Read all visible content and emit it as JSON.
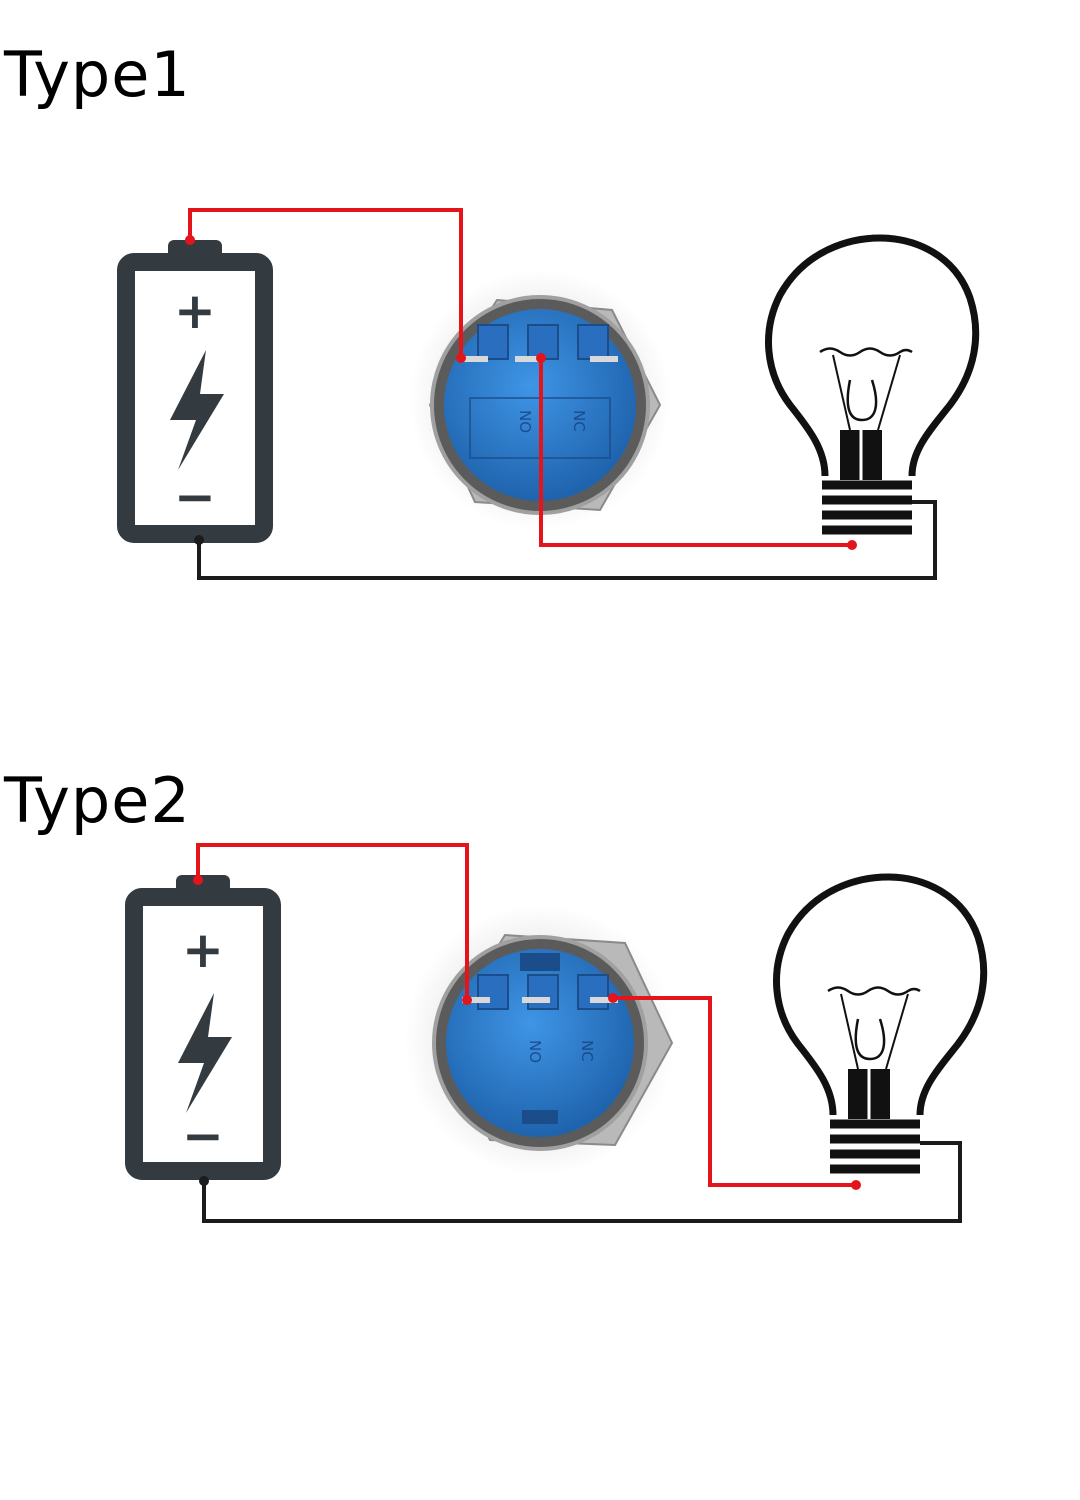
{
  "diagrams": [
    {
      "title": "Type1"
    },
    {
      "title": "Type2"
    }
  ],
  "battery": {
    "plus_symbol": "+",
    "minus_symbol": "−"
  },
  "switch": {
    "pin_labels": [
      "NO",
      "NC"
    ]
  },
  "colors": {
    "wire_red": "#e3151a",
    "wire_black": "#1b1b1b",
    "battery_gray": "#333a40",
    "switch_blue": "#2f7fd0",
    "bulb_line": "#111111"
  },
  "icons": [
    "battery-icon",
    "lightning-bolt-icon",
    "push-button-switch-icon",
    "light-bulb-icon"
  ]
}
